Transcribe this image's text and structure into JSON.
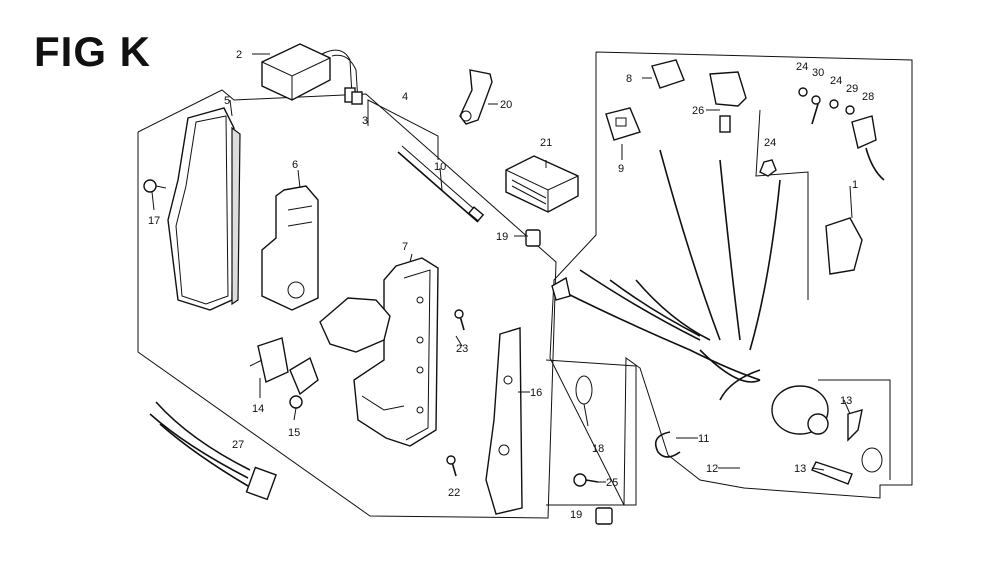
{
  "figure": {
    "title": "FIG K"
  },
  "callouts": [
    "1",
    "2",
    "3",
    "4",
    "5",
    "6",
    "7",
    "8",
    "9",
    "10",
    "11",
    "12",
    "13",
    "13",
    "14",
    "15",
    "16",
    "17",
    "18",
    "19",
    "19",
    "20",
    "21",
    "22",
    "23",
    "24",
    "24",
    "24",
    "25",
    "26",
    "27",
    "28",
    "29",
    "30"
  ]
}
